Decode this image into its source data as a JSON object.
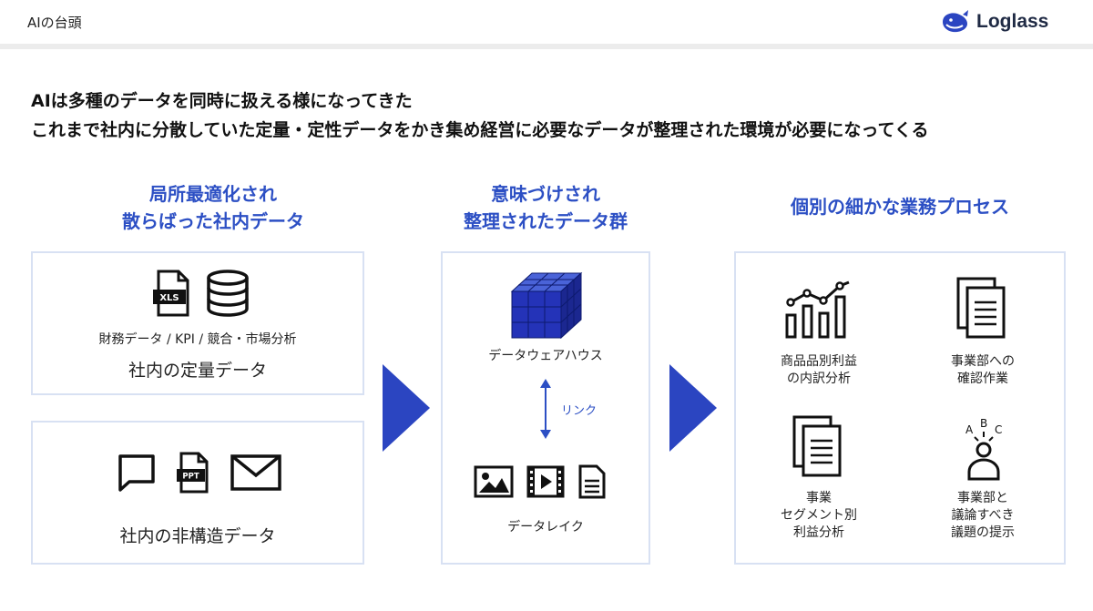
{
  "header": {
    "title": "AIの台頭",
    "logo_text": "Loglass"
  },
  "lead": {
    "line1": "AIは多種のデータを同時に扱える様になってきた",
    "line2": "これまで社内に分散していた定量・定性データをかき集め経営に必要なデータが整理された環境が必要になってくる"
  },
  "columns": {
    "left": {
      "heading_line1": "局所最適化され",
      "heading_line2": "散らばった社内データ",
      "quant_panel": {
        "xls_label": "XLS",
        "sources": "財務データ / KPI / 競合・市場分析",
        "title": "社内の定量データ"
      },
      "unstruct_panel": {
        "ppt_label": "PPT",
        "title": "社内の非構造データ"
      }
    },
    "middle": {
      "heading_line1": "意味づけされ",
      "heading_line2": "整理されたデータ群",
      "warehouse_label": "データウェアハウス",
      "link_label": "リンク",
      "lake_label": "データレイク"
    },
    "right": {
      "heading": "個別の細かな業務プロセス",
      "items": [
        {
          "line1": "商品品別利益",
          "line2": "の内訳分析",
          "icon": "line-bar-chart-icon"
        },
        {
          "line1": "事業部への",
          "line2": "確認作業",
          "icon": "documents-icon"
        },
        {
          "line1": "事業",
          "line2": "セグメント別",
          "line3": "利益分析",
          "icon": "documents-icon"
        },
        {
          "line1": "事業部と",
          "line2": "議論すべき",
          "line3": "議題の提示",
          "icon": "person-abc-icon"
        }
      ],
      "abc": {
        "a": "A",
        "b": "B",
        "c": "C"
      }
    }
  },
  "colors": {
    "accent": "#2c4fc4",
    "arrow": "#2b45c1",
    "panel_border": "#d8e1f3"
  }
}
